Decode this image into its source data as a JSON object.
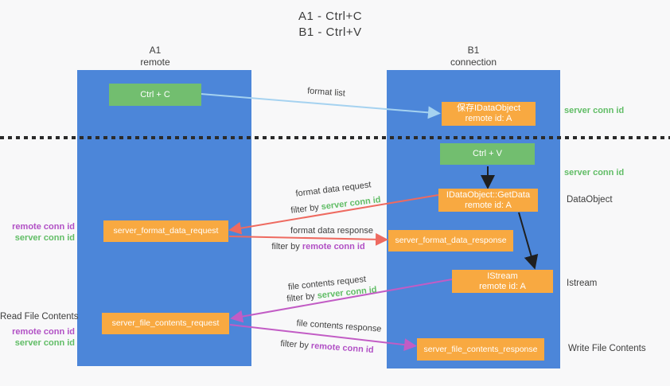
{
  "title": {
    "line1": "A1 - Ctrl+C",
    "line2": "B1 - Ctrl+V"
  },
  "lanes": {
    "left": {
      "name": "A1",
      "role": "remote"
    },
    "right": {
      "name": "B1",
      "role": "connection"
    }
  },
  "nodes": {
    "ctrl_c": {
      "label": "Ctrl + C"
    },
    "ctrl_v": {
      "label": "Ctrl + V"
    },
    "save_dataobject": {
      "line1": "保存IDataObject",
      "line2": "remote id: A"
    },
    "getdata": {
      "line1": "IDataObject::GetData",
      "line2": "remote id: A"
    },
    "istream": {
      "line1": "IStream",
      "line2": "remote id: A"
    },
    "format_request": {
      "label": "server_format_data_request"
    },
    "format_response": {
      "label": "server_format_data_response"
    },
    "file_request": {
      "label": "server_file_contents_request"
    },
    "file_response": {
      "label": "server_file_contents_response"
    }
  },
  "edge_labels": {
    "format_list": "format list",
    "format_data_request": "format data request",
    "format_data_response": "format data response",
    "file_contents_request": "file contents request",
    "file_contents_response": "file contents response",
    "filter_by": "filter by ",
    "server_conn_id": "server conn id",
    "remote_conn_id": "remote conn id"
  },
  "annotations": {
    "right": {
      "server_conn_id_top": "server conn id",
      "server_conn_id_mid": "server conn id",
      "dataobject": "DataObject",
      "istream": "Istream",
      "write_file_contents": "Write File Contents"
    },
    "left": {
      "remote_conn_id_format": "remote conn id",
      "server_conn_id_format": "server conn id",
      "read_file_contents": "Read File Contents",
      "remote_conn_id_file": "remote conn id",
      "server_conn_id_file": "server conn id"
    }
  },
  "colors": {
    "lane_blue": "#4c86d9",
    "box_green": "#72be6f",
    "box_orange": "#f8a941",
    "arrow_red": "#ee6a60",
    "arrow_magenta": "#c25cc5",
    "arrow_lightblue": "#a5d2f0",
    "arrow_black": "#1f1f1f",
    "text_green": "#61bd66",
    "text_purple": "#b150c5"
  }
}
